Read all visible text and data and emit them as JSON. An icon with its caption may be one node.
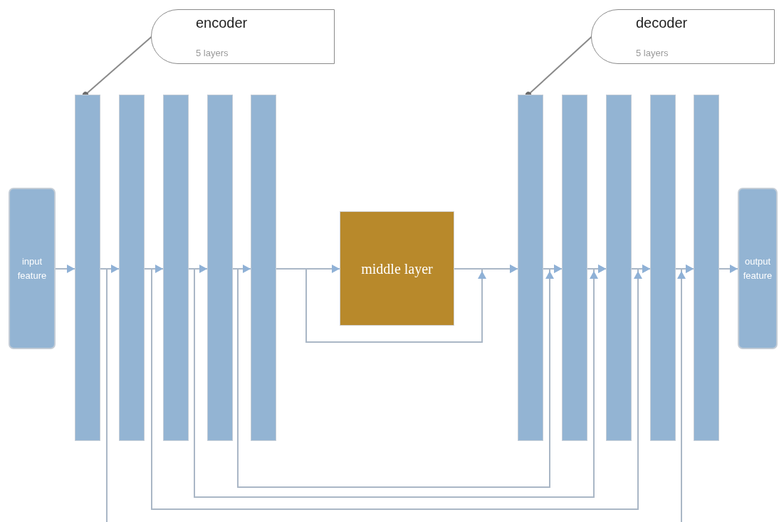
{
  "diagram": {
    "nodes": [
      {
        "text": [
          "encoder",
          "5 layers"
        ]
      },
      {
        "text": [
          "decoder",
          "5 layers"
        ]
      },
      {
        "text": [
          "input feature"
        ]
      },
      {
        "text": [],
        "shape": "bar"
      },
      {
        "text": [],
        "shape": "bar"
      },
      {
        "text": [],
        "shape": "bar"
      },
      {
        "text": [],
        "shape": "bar"
      },
      {
        "text": [],
        "shape": "bar"
      },
      {
        "text": [
          "middle layer"
        ]
      },
      {
        "text": [],
        "shape": "bar"
      },
      {
        "text": [],
        "shape": "bar"
      },
      {
        "text": [],
        "shape": "bar"
      },
      {
        "text": [],
        "shape": "bar"
      },
      {
        "text": [],
        "shape": "bar"
      },
      {
        "text": [
          "output feature"
        ]
      }
    ],
    "edges": [
      {
        "from": 0,
        "to": 3,
        "arrow": "other"
      },
      {
        "from": 1,
        "to": 9,
        "arrow": "other"
      },
      {
        "from": 2,
        "to": 3,
        "arrow": "to"
      },
      {
        "from": 3,
        "to": 4,
        "arrow": "to"
      },
      {
        "from": 4,
        "to": 5,
        "arrow": "to"
      },
      {
        "from": 5,
        "to": 6,
        "arrow": "to"
      },
      {
        "from": 6,
        "to": 7,
        "arrow": "to"
      },
      {
        "from": 7,
        "to": 8,
        "arrow": "to"
      },
      {
        "from": 7,
        "to": 9,
        "arrow": "to"
      },
      {
        "from": 8,
        "to": 9,
        "arrow": "to"
      },
      {
        "from": 9,
        "to": 10,
        "arrow": "to"
      },
      {
        "from": 10,
        "to": 11,
        "arrow": "to"
      },
      {
        "from": 11,
        "to": 12,
        "arrow": "to"
      },
      {
        "from": 12,
        "to": 13,
        "arrow": "to"
      },
      {
        "from": 13,
        "to": 14,
        "arrow": "to"
      },
      {
        "from": 6,
        "to": 10,
        "arrow": "to"
      },
      {
        "from": 5,
        "to": 11,
        "arrow": "to"
      },
      {
        "from": 4,
        "to": 12,
        "arrow": "to"
      },
      {
        "from": 3,
        "to": null,
        "arrow": "none"
      },
      {
        "from": null,
        "to": 13,
        "arrow": "to"
      }
    ]
  }
}
